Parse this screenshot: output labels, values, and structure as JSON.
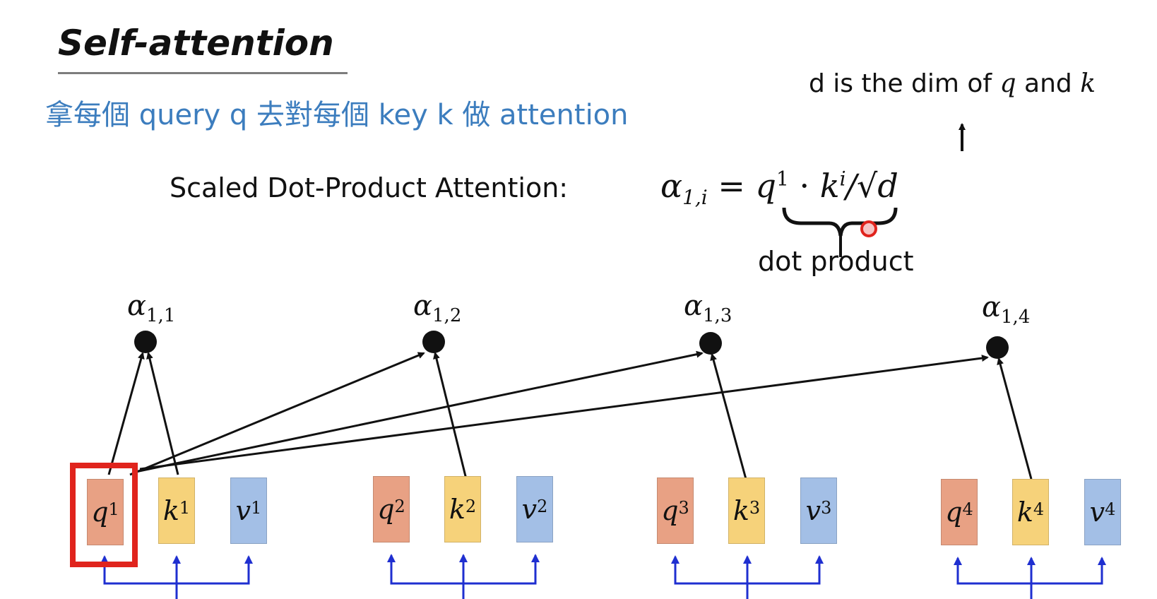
{
  "slide": {
    "title": "Self-attention",
    "subtitle": "拿每個 query q 去對每個  key k 做 attention",
    "dim_note": {
      "prefix": "d is the dim of ",
      "var_q": "q",
      "middle": " and ",
      "var_k": "k"
    },
    "sdpa_label": "Scaled Dot-Product Attention:",
    "formula": {
      "alpha": "α",
      "alpha_sub": "1,i",
      "equals": " = ",
      "q": "q",
      "q_sup": "1",
      "dot": " · ",
      "k": "k",
      "k_sup": "i",
      "tail": "/√d"
    },
    "brace_label": "dot product"
  },
  "alphas": [
    {
      "symbol": "α",
      "sub": "1,1"
    },
    {
      "symbol": "α",
      "sub": "1,2"
    },
    {
      "symbol": "α",
      "sub": "1,3"
    },
    {
      "symbol": "α",
      "sub": "1,4"
    }
  ],
  "vectors": [
    {
      "q": "q",
      "q_sup": "1",
      "k": "k",
      "k_sup": "1",
      "v": "v",
      "v_sup": "1"
    },
    {
      "q": "q",
      "q_sup": "2",
      "k": "k",
      "k_sup": "2",
      "v": "v",
      "v_sup": "2"
    },
    {
      "q": "q",
      "q_sup": "3",
      "k": "k",
      "k_sup": "3",
      "v": "v",
      "v_sup": "3"
    },
    {
      "q": "q",
      "q_sup": "4",
      "k": "k",
      "k_sup": "4",
      "v": "v",
      "v_sup": "4"
    }
  ],
  "colors": {
    "query": "#e8a184",
    "key": "#f6d27a",
    "value": "#a3bfe6",
    "subtitle": "#3c7dbe",
    "highlight": "#e0241d",
    "connector": "#1f2fd0"
  }
}
